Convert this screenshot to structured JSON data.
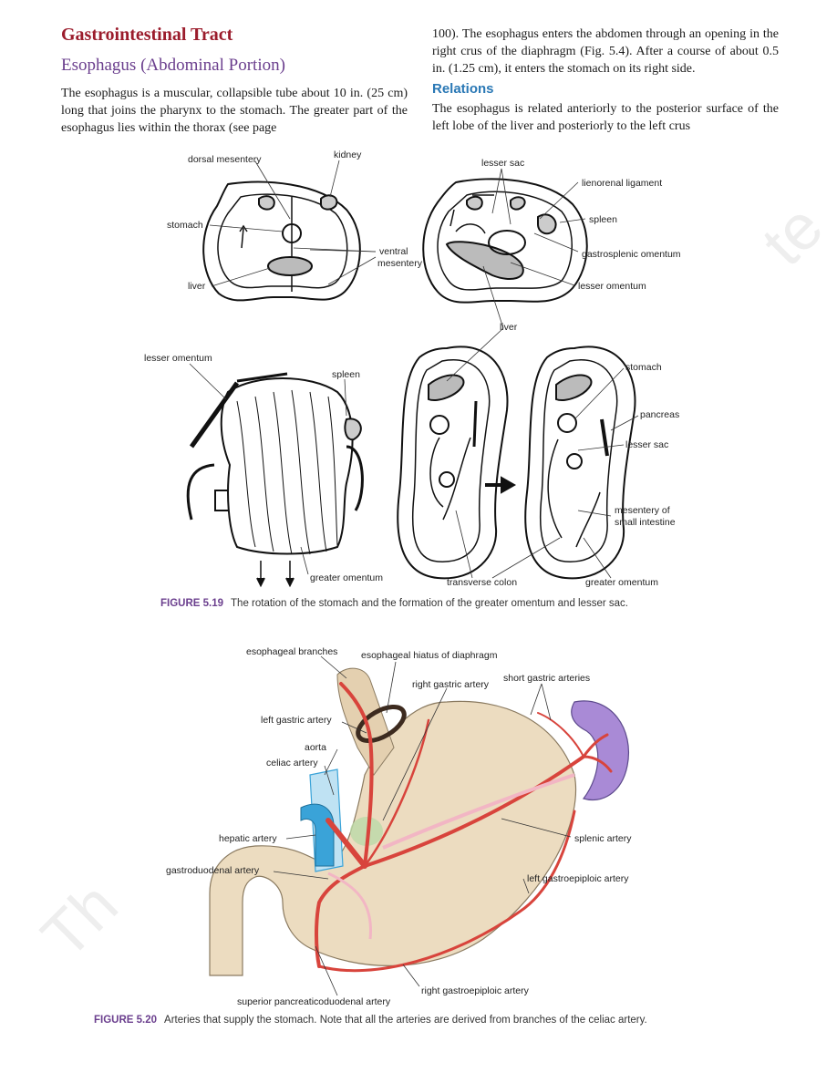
{
  "header": {
    "section_title": "Gastrointestinal Tract",
    "subsection_title": "Esophagus (Abdominal Portion)"
  },
  "left_column": {
    "paragraph": "The esophagus is a muscular, collapsible tube about 10 in. (25 cm) long that joins the pharynx to the stomach. The greater part of the esophagus lies within the thorax (see page"
  },
  "right_column": {
    "paragraph": "100). The esophagus enters the abdomen through an opening in the right crus of the diaphragm (Fig. 5.4). After a course of about 0.5 in. (1.25 cm), it enters the stomach on its right side.",
    "relations_heading": "Relations",
    "relations_text": "The esophagus is related anteriorly to the posterior surface of the left lobe of the liver and posteriorly to the left crus"
  },
  "figure_519": {
    "number": "FIGURE 5.19",
    "caption": "The rotation of the stomach and the formation of the greater omentum and lesser sac.",
    "labels": {
      "dorsal_mesentery": "dorsal mesentery",
      "kidney": "kidney",
      "stomach": "stomach",
      "ventral_mesentery_1": "ventral",
      "ventral_mesentery_2": "mesentery",
      "liver": "liver",
      "lesser_sac": "lesser sac",
      "lienorenal_ligament": "lienorenal ligament",
      "spleen": "spleen",
      "gastrosplenic_omentum": "gastrosplenic omentum",
      "lesser_omentum": "lesser omentum",
      "liver_center": "liver",
      "lesser_omentum_left": "lesser omentum",
      "spleen_left": "spleen",
      "greater_omentum_left": "greater omentum",
      "transverse_colon": "transverse colon",
      "stomach_right": "stomach",
      "pancreas": "pancreas",
      "lesser_sac_right": "lesser sac",
      "mesentery_small_1": "mesentery of",
      "mesentery_small_2": "small intestine",
      "greater_omentum_right": "greater omentum"
    }
  },
  "figure_520": {
    "number": "FIGURE 5.20",
    "caption": "Arteries that supply the stomach. Note that all the arteries are derived from branches of the celiac artery.",
    "labels": {
      "esophageal_branches": "esophageal branches",
      "esophageal_hiatus": "esophageal hiatus of diaphragm",
      "right_gastric_artery": "right gastric artery",
      "short_gastric_arteries": "short gastric arteries",
      "left_gastric_artery": "left gastric artery",
      "aorta": "aorta",
      "celiac_artery": "celiac artery",
      "hepatic_artery": "hepatic artery",
      "splenic_artery": "splenic artery",
      "gastroduodenal_artery": "gastroduodenal artery",
      "left_gastroepiploic_artery": "left gastroepiploic artery",
      "right_gastroepiploic_artery": "right gastroepiploic artery",
      "superior_pancreaticoduodenal_artery": "superior pancreaticoduodenal artery"
    }
  },
  "colors": {
    "section_title": "#9b1c2c",
    "subsection_title": "#6b3f8e",
    "relations_heading": "#2a78b5",
    "artery_red": "#d8443c",
    "aorta_blue": "#3aa3d8",
    "spleen_purple": "#a98ad6",
    "stomach_tan": "#ecdcc0"
  },
  "watermark": {
    "left_text": "Th",
    "right_text": "te"
  }
}
